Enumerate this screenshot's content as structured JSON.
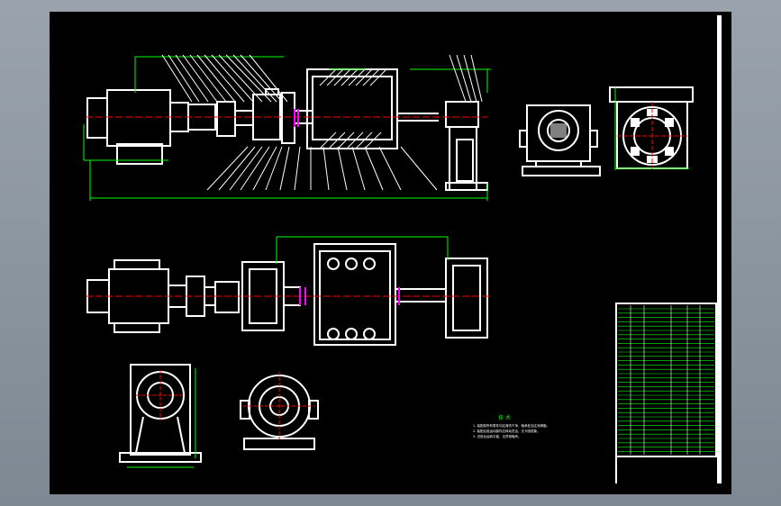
{
  "notes": {
    "title": "技 术",
    "lines": [
      "1. 装配前所有零件均应清洗干净，轴承处加注润滑脂。",
      "2. 装配后各运动部件应转动灵活，无卡阻现象。",
      "3. 试验台运转平稳，无异常噪声。"
    ]
  },
  "colors": {
    "background": "#000000",
    "geometry": "#ffffff",
    "dimensions": "#00ff00",
    "centerline": "#ff0000",
    "detail": "#ff00ff",
    "viewport_border": "#ffffff"
  }
}
